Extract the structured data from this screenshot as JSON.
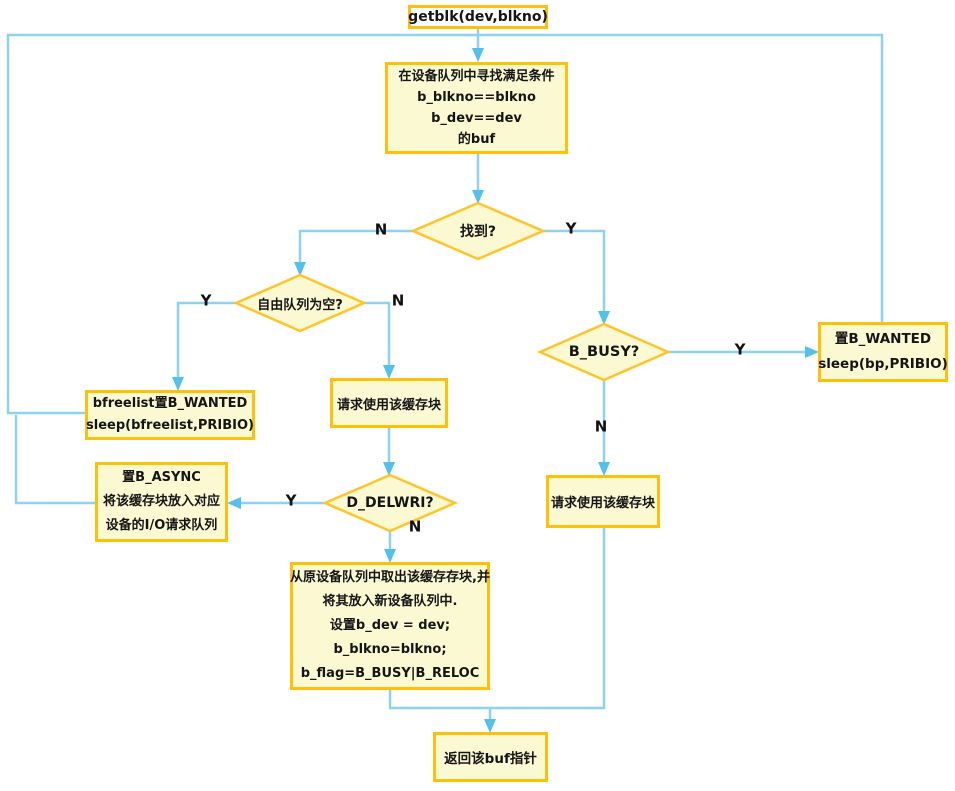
{
  "diagram": {
    "title": "getblk buffer-cache flowchart",
    "colors": {
      "connector": "#8CD3F0",
      "arrowhead": "#54C0EC",
      "node_border": "#FFC107",
      "node_fill": "#FBF9D2",
      "start_fill": "#FFFFFF",
      "text": "#151515"
    },
    "nodes": {
      "start": {
        "label": "getblk(dev,blkno)"
      },
      "search": {
        "lines": [
          "在设备队列中寻找满足条件",
          "b_blkno==blkno",
          "b_dev==dev",
          "的buf"
        ]
      },
      "found": {
        "label": "找到?"
      },
      "free_empty": {
        "label": "自由队列为空?"
      },
      "bfreelist_sleep": {
        "lines": [
          "bfreelist置B_WANTED",
          "sleep(bfreelist,PRIBIO)"
        ]
      },
      "use_buffer_left": {
        "label": "请求使用该缓存块"
      },
      "delwri": {
        "label": "D_DELWRI?"
      },
      "async_io": {
        "lines": [
          "置B_ASYNC",
          "将该缓存块放入对应",
          "设备的I/O请求队列"
        ]
      },
      "relocate": {
        "lines": [
          "从原设备队列中取出该缓存存块,并",
          "将其放入新设备队列中.",
          "设置b_dev = dev;",
          "b_blkno=blkno;",
          "b_flag=B_BUSY|B_RELOC"
        ]
      },
      "busy": {
        "label": "B_BUSY?"
      },
      "wanted_sleep": {
        "lines": [
          "置B_WANTED",
          "sleep(bp,PRIBIO)"
        ]
      },
      "use_buffer_right": {
        "label": "请求使用该缓存块"
      },
      "return_buf": {
        "label": "返回该buf指针"
      }
    },
    "edge_labels": {
      "found_n": "N",
      "found_y": "Y",
      "free_y": "Y",
      "free_n": "N",
      "delwri_y": "Y",
      "delwri_n": "N",
      "busy_y": "Y",
      "busy_n": "N"
    }
  }
}
